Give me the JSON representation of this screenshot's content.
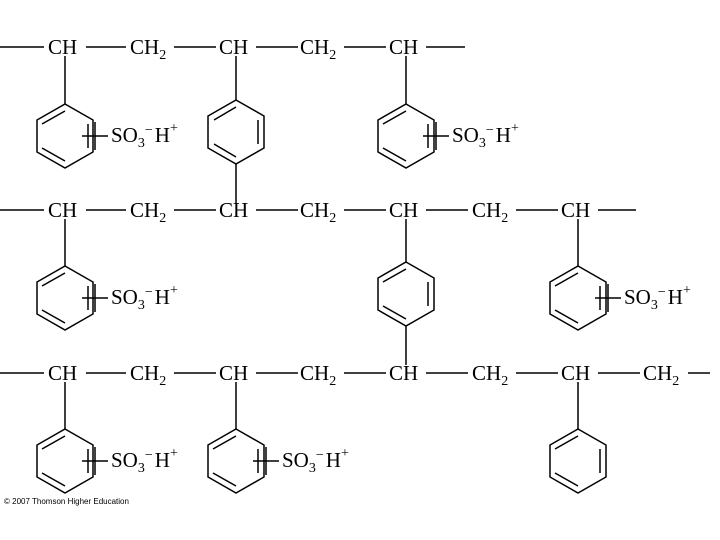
{
  "groups": {
    "ch": "CH",
    "ch2": "CH",
    "ch2_sub": "2",
    "so3": "SO",
    "so3_sub": "3",
    "so3_charge": "−",
    "h": "H",
    "h_charge": "+"
  },
  "chains": [
    [
      "CH",
      "CH2",
      "CH",
      "CH2",
      "CH"
    ],
    [
      "CH",
      "CH2",
      "CH",
      "CH2",
      "CH",
      "CH2",
      "CH"
    ],
    [
      "CH",
      "CH2",
      "CH",
      "CH2",
      "CH",
      "CH2",
      "CH",
      "CH2"
    ]
  ],
  "substituents": [
    {
      "chain": 1,
      "backbone_index": 1,
      "kind": "sulfonated phenyl"
    },
    {
      "chain": 1,
      "backbone_index": 3,
      "kind": "para-phenylene crosslink to chain 2"
    },
    {
      "chain": 1,
      "backbone_index": 5,
      "kind": "sulfonated phenyl"
    },
    {
      "chain": 2,
      "backbone_index": 1,
      "kind": "sulfonated phenyl"
    },
    {
      "chain": 2,
      "backbone_index": 5,
      "kind": "para-phenylene crosslink to chain 3"
    },
    {
      "chain": 2,
      "backbone_index": 7,
      "kind": "sulfonated phenyl"
    },
    {
      "chain": 3,
      "backbone_index": 1,
      "kind": "sulfonated phenyl"
    },
    {
      "chain": 3,
      "backbone_index": 3,
      "kind": "sulfonated phenyl"
    },
    {
      "chain": 3,
      "backbone_index": 7,
      "kind": "phenyl"
    }
  ],
  "copyright": "© 2007 Thomson Higher Education"
}
